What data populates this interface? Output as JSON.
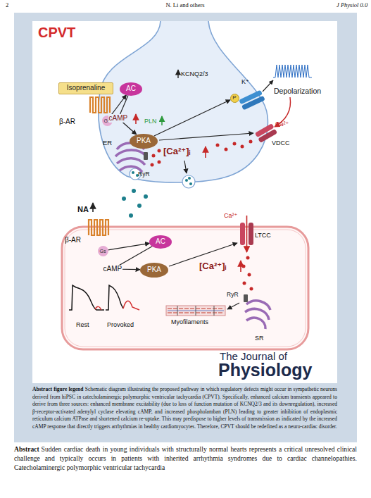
{
  "diagram": {
    "title": "CPVT",
    "caption": "Schematic diagram illustrating the proposed pathway in which regulatory defects might occur in sympathetic neurons derived from hiPSC in catecholaminergic polymorphic ventricular tachycardia (CPVT). Specifically, enhanced calcium transients appeared to derive from three sources: enhanced membrane excitability (due to loss of function mutation of KCNQ2/3 and its downregulation), increased β-receptor-activated adenylyl cyclase elevating cAMP, and increased phospholamban (PLN) leading to greater inhibition of endoplasmic reticulum calcium ATPase and shortened calcium re-uptake. This may predispose to higher levels of transmission as indicated by the increased cAMP response that directly triggers arrhythmias in healthy cardiomyocytes. Therefore, CPVT should be redefined as a neuro-cardiac disorder.",
    "nodes": [
      {
        "text": [
          "Isoprenaline"
        ]
      },
      {
        "text": [
          "AC"
        ]
      },
      {
        "text": [
          "P"
        ]
      },
      {
        "text": [
          "Gs"
        ]
      },
      {
        "text": [
          "PKA"
        ]
      },
      {
        "text": [
          "AC"
        ]
      },
      {
        "text": [
          "Gs"
        ]
      },
      {
        "text": [
          "PKA"
        ]
      }
    ],
    "edges": [
      {
        "from": 3,
        "to": 1,
        "arrow": "to"
      },
      {
        "from": 1,
        "to": 4,
        "label": "cAMP",
        "arrow": "to"
      },
      {
        "from": 4,
        "to": 2,
        "arrow": "to"
      },
      {
        "from": 6,
        "to": 5,
        "arrow": "to"
      },
      {
        "from": 5,
        "to": 7,
        "label": "cAMP",
        "arrow": "to"
      }
    ],
    "labels": [
      "2",
      "N. Li and others",
      "J Physiol 0.0",
      "β-AR",
      "KCNQ2/3",
      "K⁺",
      "Depolarization",
      "PLN",
      "ER",
      "Ca²⁺",
      "VDCC",
      "[Ca²⁺]ᵢ",
      "RyR",
      "NA",
      "β-AR",
      "Ca²⁺",
      "LTCC",
      "[Ca²⁺]ᵢ",
      "RyR",
      "Rest",
      "Provoked",
      "Myofilaments",
      "SR",
      "The Journal of",
      "Physiology",
      "Abstract figure legend",
      "Abstract",
      "Sudden cardiac death in young individuals with structurally normal hearts represents a critical unresolved clinical challenge and typically occurs in patients with inherited arrhythmia syndromes due to cardiac channelopathies. Catecholaminergic polymorphic ventricular tachycardia"
    ]
  }
}
